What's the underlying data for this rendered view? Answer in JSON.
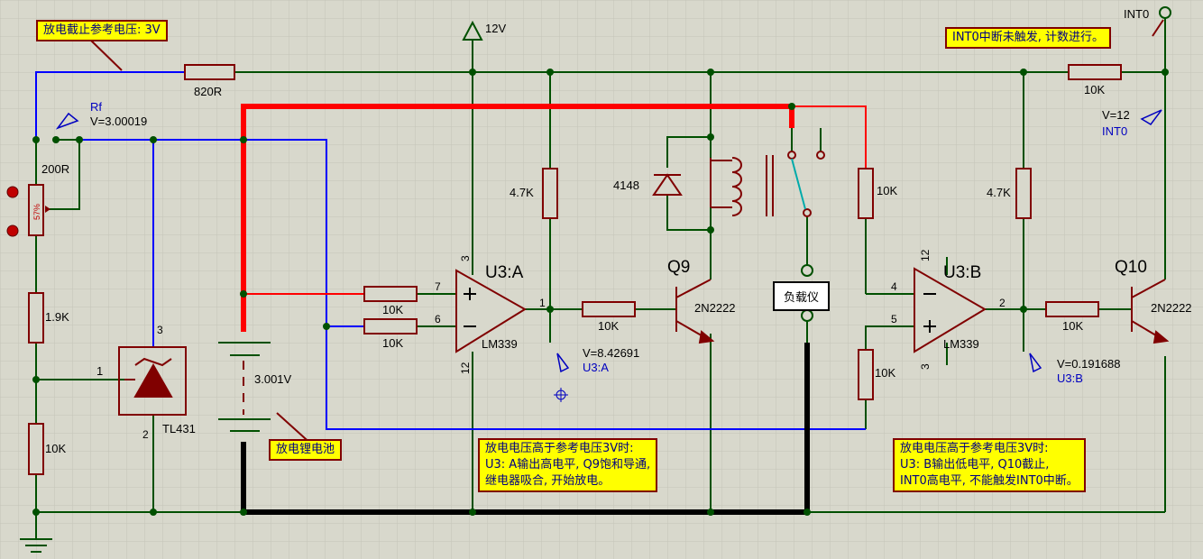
{
  "notes": {
    "ref_voltage": "放电截止参考电压: 3V",
    "int0_status": "INT0中断未触发, 计数进行。",
    "u3a_line1": "放电电压高于参考电压3V时:",
    "u3a_line2": "U3: A输出高电平, Q9饱和导通,",
    "u3a_line3": "继电器吸合, 开始放电。",
    "u3b_line1": "放电电压高于参考电压3V时:",
    "u3b_line2": "U3: B输出低电平, Q10截止,",
    "u3b_line3": "INT0高电平, 不能触发INT0中断。",
    "battery": "放电锂电池",
    "load": "负载仪"
  },
  "labels": {
    "supply": "12V",
    "int0_pin": "INT0",
    "r_820": "820R",
    "r_10k_top": "10K",
    "rf_name": "Rf",
    "rf_voltage": "V=3.00019",
    "pot_value": "200R",
    "pot_percent": "57%",
    "r_1_9k": "1.9K",
    "r_10k_bottom": "10K",
    "tl431_name": "TL431",
    "tl431_pin1": "1",
    "tl431_pin2": "2",
    "tl431_pin3": "3",
    "battery_voltage": "3.001V",
    "r_in7": "10K",
    "r_in6": "10K",
    "pin7": "7",
    "pin6": "6",
    "pin3": "3",
    "pin12": "12",
    "pin1": "1",
    "u3a_name": "U3:A",
    "u3a_part": "LM339",
    "r_pullup_a": "4.7K",
    "r_base_a": "10K",
    "u3a_probe_v": "V=8.42691",
    "u3a_probe_name": "U3:A",
    "diode": "4148",
    "q9_name": "Q9",
    "q9_part": "2N2222",
    "r_relay_div": "10K",
    "r_bias_b": "10K",
    "pin4": "4",
    "pin5": "5",
    "pin12b": "12",
    "pin3b": "3",
    "pin2": "2",
    "u3b_name": "U3:B",
    "u3b_part": "LM339",
    "r_pullup_b": "4.7K",
    "r_base_b": "10K",
    "u3b_probe_v": "V=0.191688",
    "u3b_probe_name": "U3:B",
    "q10_name": "Q10",
    "q10_part": "2N2222",
    "int0_probe_v": "V=12",
    "int0_probe_name": "INT0"
  },
  "colors": {
    "background": "#d8d8cc",
    "wire": "#005000",
    "component": "#800000",
    "sense_wire": "#0000ff",
    "battery_positive": "#ff0000",
    "battery_negative": "#000000",
    "relay_contact": "#00aaaa",
    "note_fill": "#ffff00",
    "probe_text": "#0000c0"
  }
}
